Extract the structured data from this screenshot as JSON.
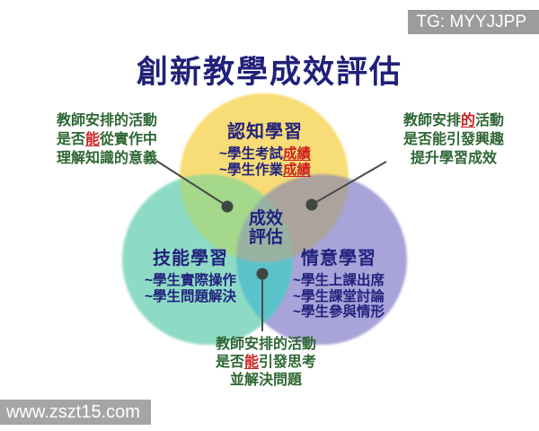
{
  "page": {
    "title": "創新教學成效評估"
  },
  "badge": {
    "text": "TG: MYYJJPP"
  },
  "watermark": {
    "text": "www.zszt15.com"
  },
  "colors": {
    "title_text": "#20207A",
    "navy_text": "#22227E",
    "green_text": "#2D6633",
    "red_highlight": "#CC2020",
    "badge_bg": "#9C9C9C",
    "watermark_bg": "#A5A5A5",
    "circle_cognitive": "#F8DC74",
    "circle_skill": "#8EDBC5",
    "circle_affective": "#A8A3D8",
    "overlap_cog_skill": "#A4D88B",
    "overlap_cog_aff": "#ABA39C",
    "overlap_skill_aff": "#5AC2CB",
    "overlap_center": "#98B2A2",
    "connector": "#4A4A4A",
    "connector_dot": "#3E4642"
  },
  "venn": {
    "center_label": {
      "line1": "成效",
      "line2": "評估"
    },
    "cognitive": {
      "title": "認知學習",
      "items": [
        {
          "pre": "~學生考試",
          "hl": "成績"
        },
        {
          "pre": "~學生作業",
          "hl": "成績"
        }
      ]
    },
    "skill": {
      "title": "技能學習",
      "items": [
        {
          "pre": "~學生實際操作",
          "hl": ""
        },
        {
          "pre": "~學生問題解決",
          "hl": ""
        }
      ]
    },
    "affective": {
      "title": "情意學習",
      "items": [
        {
          "pre": "~學生上課出席",
          "hl": ""
        },
        {
          "pre": "~學生課堂討論",
          "hl": ""
        },
        {
          "pre": "~學生參與情形",
          "hl": ""
        }
      ]
    }
  },
  "annotations": {
    "left": {
      "lines": [
        {
          "pre": "教師安排的活動",
          "hl": "",
          "post": ""
        },
        {
          "pre": "是否",
          "hl": "能",
          "post": "從實作中"
        },
        {
          "pre": "理解知識的意義",
          "hl": "",
          "post": ""
        }
      ]
    },
    "right": {
      "lines": [
        {
          "pre": "教師安排",
          "hl": "的",
          "post": "活動"
        },
        {
          "pre": "是否能引發興趣",
          "hl": "",
          "post": ""
        },
        {
          "pre": "提升學習成效",
          "hl": "",
          "post": ""
        }
      ]
    },
    "bottom": {
      "lines": [
        {
          "pre": "教師安排的活動",
          "hl": "",
          "post": ""
        },
        {
          "pre": "是否",
          "hl": "能",
          "post": "引發思考"
        },
        {
          "pre": "並解決問題",
          "hl": "",
          "post": ""
        }
      ]
    }
  }
}
